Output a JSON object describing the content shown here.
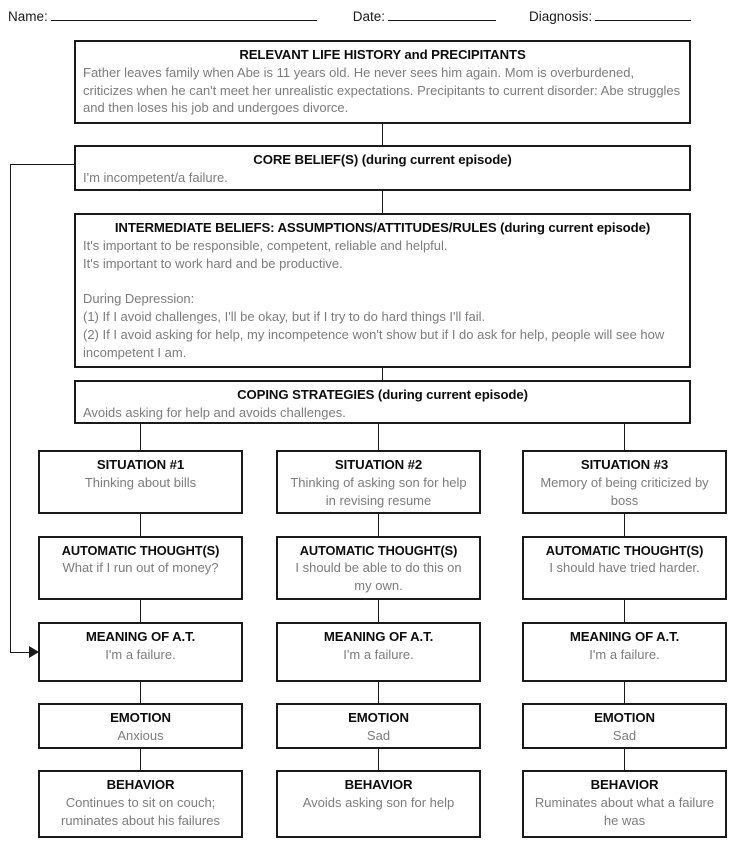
{
  "header": {
    "name_label": "Name:",
    "date_label": "Date:",
    "diagnosis_label": "Diagnosis:",
    "name_value": "",
    "date_value": "",
    "diagnosis_value": ""
  },
  "top_boxes": {
    "history": {
      "title": "RELEVANT LIFE HISTORY and PRECIPITANTS",
      "body": "Father leaves family when Abe is 11 years old. He never sees him again. Mom is overburdened, criticizes when he can't meet her unrealistic expectations. Precipitants to current disorder: Abe struggles and then loses his job and undergoes divorce."
    },
    "core_belief": {
      "title": "CORE BELIEF(S) (during current episode)",
      "body": "I'm incompetent/a failure."
    },
    "intermediate": {
      "title": "INTERMEDIATE BELIEFS: ASSUMPTIONS/ATTITUDES/RULES (during current episode)",
      "line1": "It's important to be responsible, competent, reliable and helpful.",
      "line2": "It's important to work hard and be productive.",
      "line3": "",
      "line4": "During Depression:",
      "line5": "(1) If I avoid challenges, I'll be okay, but if I try to do hard things I'll fail.",
      "line6": "(2) If I avoid asking for help, my incompetence won't show but if I do ask for help, people will see how incompetent I am."
    },
    "coping": {
      "title": "COPING STRATEGIES (during current episode)",
      "body": "Avoids asking for help and avoids challenges."
    }
  },
  "row_titles": {
    "situation1": "SITUATION #1",
    "situation2": "SITUATION #2",
    "situation3": "SITUATION #3",
    "automatic_thought": "AUTOMATIC THOUGHT(S)",
    "meaning": "MEANING OF A.T.",
    "emotion": "EMOTION",
    "behavior": "BEHAVIOR"
  },
  "columns": [
    {
      "situation": "Thinking about bills",
      "automatic_thought": "What if I run out of money?",
      "meaning": "I'm a failure.",
      "emotion": "Anxious",
      "behavior": "Continues to sit on couch; ruminates about his failures"
    },
    {
      "situation": "Thinking of asking son for help in revising resume",
      "automatic_thought": "I should be able to do this on my own.",
      "meaning": "I'm a failure.",
      "emotion": "Sad",
      "behavior": "Avoids asking son for help"
    },
    {
      "situation": "Memory of being criticized by boss",
      "automatic_thought": "I should have tried harder.",
      "meaning": "I'm a failure.",
      "emotion": "Sad",
      "behavior": "Ruminates about what a failure he was"
    }
  ],
  "colors": {
    "line": "#1a1a1a",
    "title_text": "#0d0d0d",
    "body_text": "#7c7c7c",
    "background": "#ffffff"
  }
}
